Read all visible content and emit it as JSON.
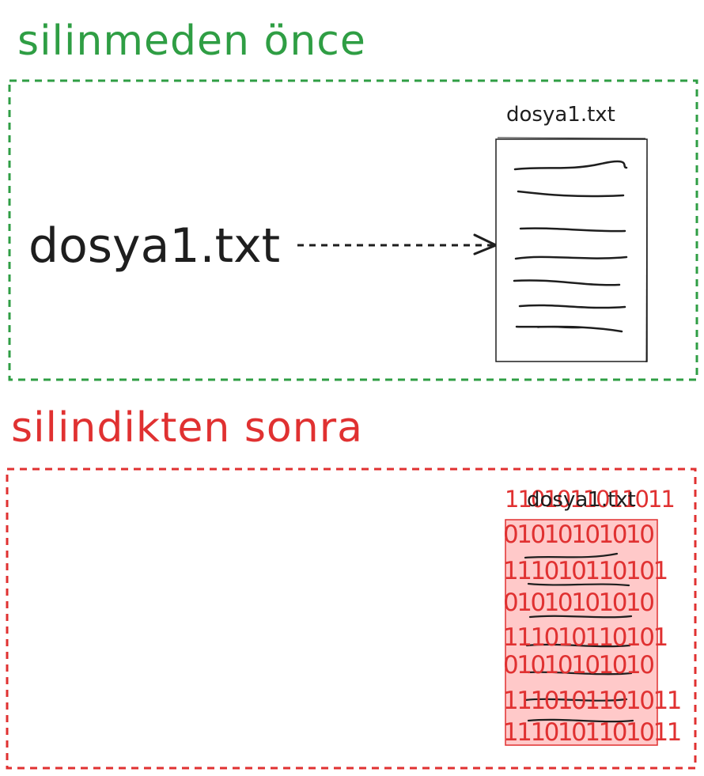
{
  "before": {
    "title": "silinmeden önce",
    "filename": "dosya1.txt",
    "document_label": "dosya1.txt",
    "color": "#2f9e44"
  },
  "after": {
    "title": "silindikten sonra",
    "document_label": "dosya1.txt",
    "top_binary": "1101011011011",
    "binary_rows": [
      "01010101010",
      "111010110101",
      "01010101010",
      "111010110101",
      "01010101010",
      "1110101101011",
      "1110101101011"
    ],
    "color": "#e03131",
    "fill": "#ffc9c9"
  }
}
